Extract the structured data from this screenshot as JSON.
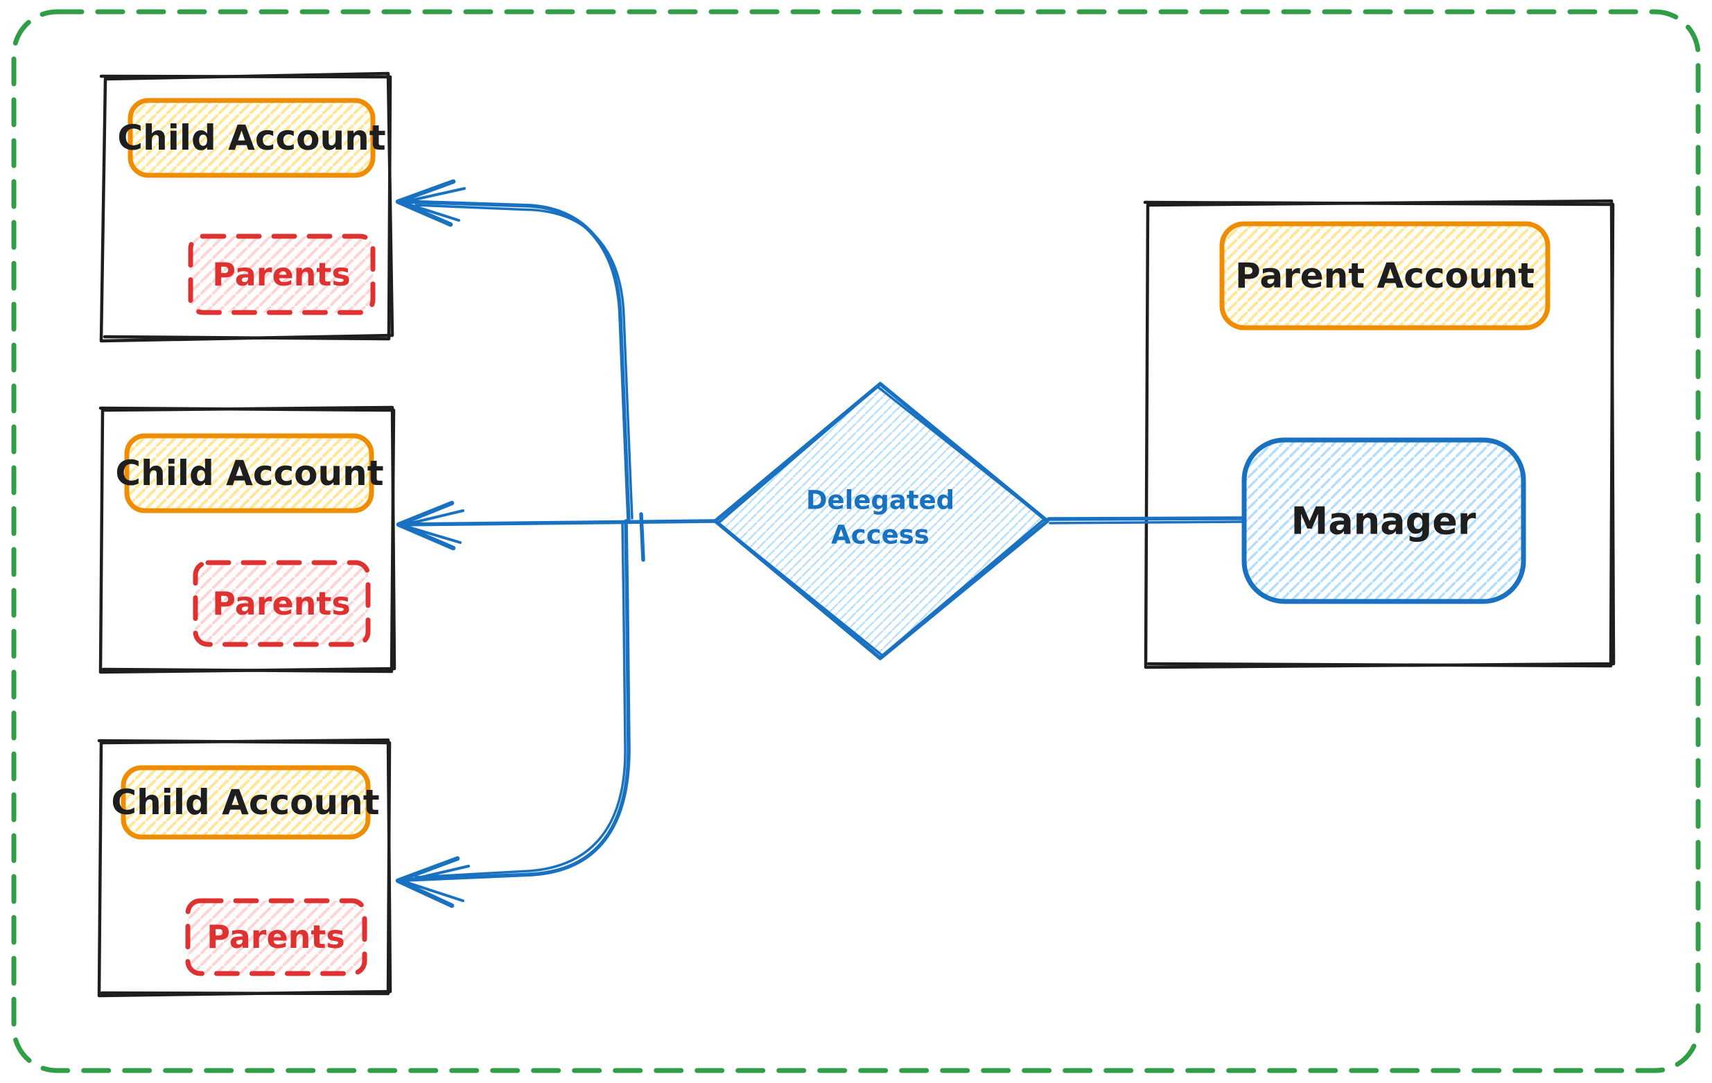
{
  "canvas": {
    "background": "#ffffff",
    "border_color": "#2f9e44",
    "border_style": "dashed-rounded"
  },
  "palette": {
    "sketch_black": "#1e1e1e",
    "orange_stroke": "#f08c00",
    "yellow_hatch": "#ffd43b",
    "red_stroke": "#e03131",
    "pink_hatch": "#ffc9c9",
    "blue_stroke": "#1971c2",
    "blue_hatch": "#a5d8ff",
    "green_border": "#2f9e44"
  },
  "child_boxes": [
    {
      "title": "Child Account",
      "sub": "Parents"
    },
    {
      "title": "Child Account",
      "sub": "Parents"
    },
    {
      "title": "Child Account",
      "sub": "Parents"
    }
  ],
  "parent_box": {
    "title": "Parent Account",
    "manager": "Manager"
  },
  "diamond": {
    "line1": "Delegated",
    "line2": "Access"
  },
  "connections": {
    "manager_to_diamond": "plain line",
    "diamond_to_children": "arrows pointing at each Child Account box"
  }
}
